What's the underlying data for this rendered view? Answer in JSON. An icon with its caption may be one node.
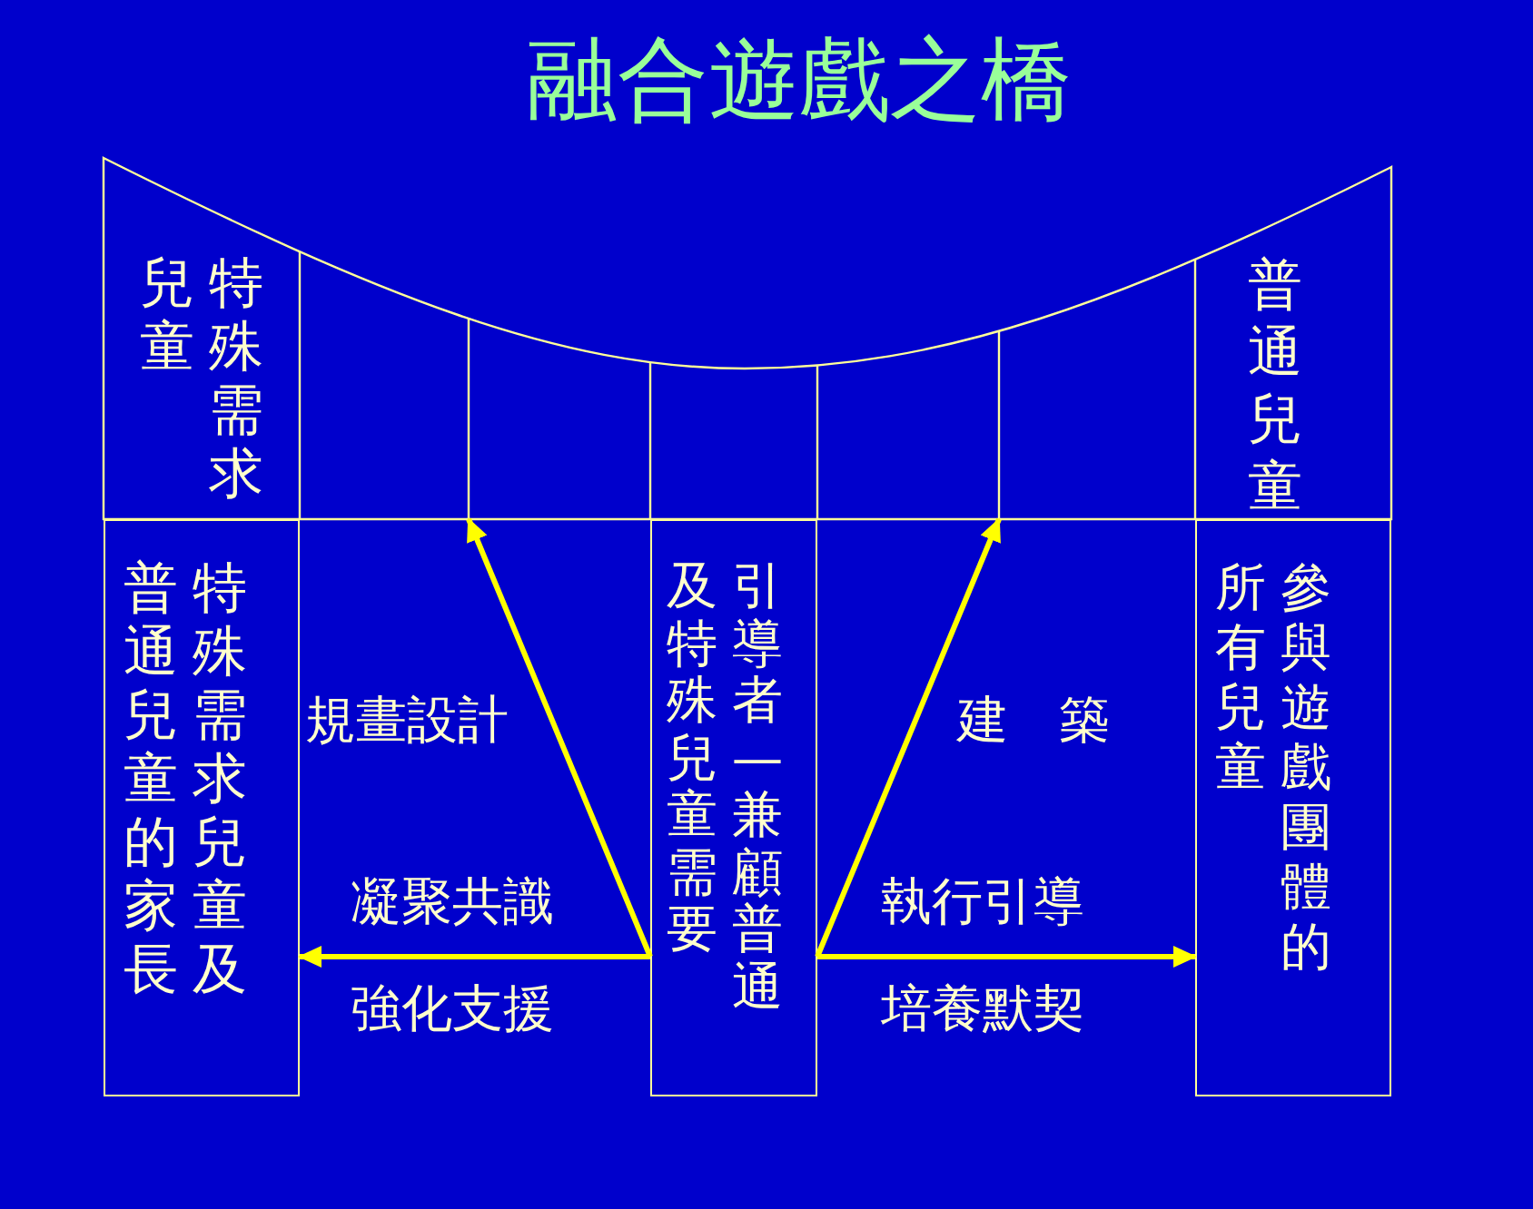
{
  "diagram": {
    "title": "融合遊戲之橋",
    "nodes": [
      {
        "text": [],
        "shape": "bar"
      },
      {
        "text": [
          "特殊需求兒童"
        ],
        "in": 0
      },
      {
        "text": [
          "普通兒童"
        ],
        "in": 0
      },
      {
        "text": [
          "特殊需求兒童及普通兒童的家長"
        ]
      },
      {
        "text": [
          "引導者—兼顧普通及特殊兒童需要"
        ]
      },
      {
        "text": [
          "參與遊戲團體的所有兒童"
        ]
      }
    ],
    "edges": [
      {
        "from": 4,
        "to": 0,
        "arrow": "to"
      },
      {
        "from": 4,
        "to": 0,
        "arrow": "to"
      },
      {
        "from": 4,
        "to": 3,
        "arrow": "to"
      },
      {
        "from": 4,
        "to": 5,
        "arrow": "to"
      }
    ],
    "labels": [
      "規畫設計",
      "建　築",
      "凝聚共識",
      "執行引導",
      "強化支援",
      "培養默契"
    ]
  }
}
